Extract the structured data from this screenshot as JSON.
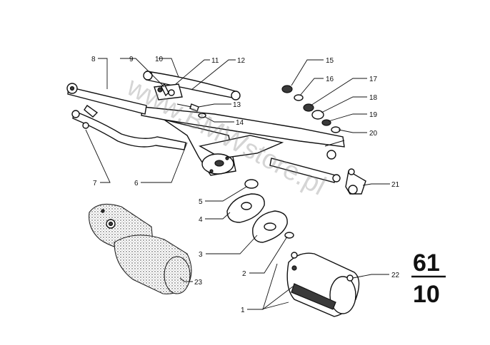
{
  "diagram": {
    "watermark": "www.BMWstore.pl",
    "group_number": "61",
    "subgroup_number": "10",
    "callouts": [
      "1",
      "2",
      "3",
      "4",
      "5",
      "6",
      "7",
      "8",
      "9",
      "10",
      "11",
      "12",
      "13",
      "14",
      "15",
      "16",
      "17",
      "18",
      "19",
      "20",
      "21",
      "22",
      "23"
    ]
  }
}
